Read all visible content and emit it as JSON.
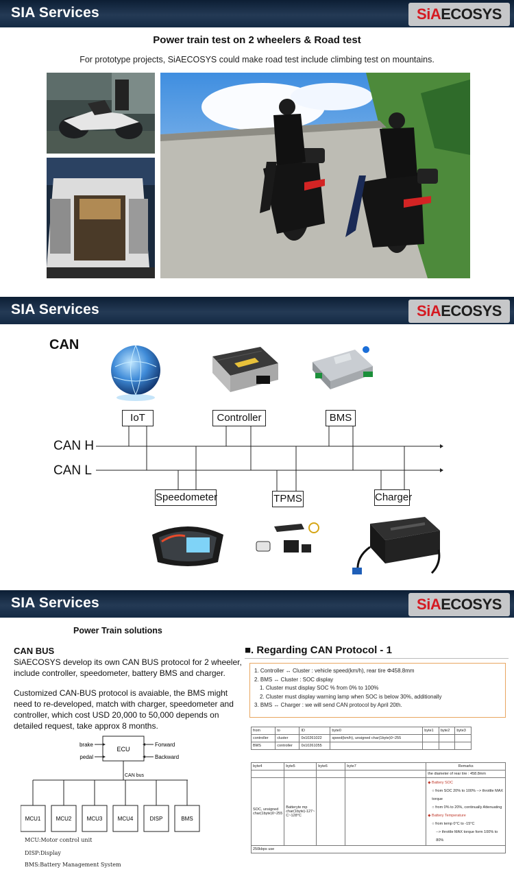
{
  "sections": [
    {
      "banner_title": "SIA Services",
      "logo_left": "SiA",
      "logo_right": "ECOSYS"
    },
    {
      "banner_title": "SIA Services",
      "logo_left": "SiA",
      "logo_right": "ECOSYS"
    },
    {
      "banner_title": "SIA Services",
      "logo_left": "SiA",
      "logo_right": "ECOSYS"
    }
  ],
  "road_test": {
    "title": "Power train test on 2 wheelers & Road test",
    "subtitle": "For prototype projects, SiAECOSYS could make road test include climbing test on mountains."
  },
  "can_diagram": {
    "title": "CAN",
    "top_nodes": [
      "IoT",
      "Controller",
      "BMS"
    ],
    "bottom_nodes": [
      "Speedometer",
      "TPMS",
      "Charger"
    ],
    "bus_high": "CAN H",
    "bus_low": "CAN L"
  },
  "power_train": {
    "title": "Power Train solutions",
    "canbus_heading": "CAN BUS",
    "para1": "SiAECOSYS develop its own CAN BUS protocol for 2 wheeler, include controller, speedometer, battery BMS and charger.",
    "para2": "Customized CAN-BUS protocol is avaiable, the BMS might need to re-developed, match with charger, speedometer and controller, which cost USD 20,000 to 50,000 depends on detailed request, take approx 8 months.",
    "ecu_diagram": {
      "ecu": "ECU",
      "inputs_left": [
        "brake",
        "pedal"
      ],
      "inputs_right": [
        "Forward",
        "Backward"
      ],
      "bus": "CAN bus",
      "modules": [
        "MCU1",
        "MCU2",
        "MCU3",
        "MCU4",
        "DISP",
        "BMS"
      ]
    },
    "notes": [
      "MCU:Motor control unit",
      "DISP:Display",
      "BMS:Battery Management System"
    ]
  },
  "protocol": {
    "title": "■. Regarding CAN Protocol - 1",
    "lines": [
      "1. Controller ↔ Cluster : vehicle speed(km/h), rear tire Φ458.8mm",
      "2. BMS ↔ Cluster : SOC display",
      "   1. Cluster must display SOC % from 0% to 100%",
      "   2. Cluster must display warning lamp when SOC is below 30%, additionally",
      "3. BMS ↔ Charger : we will send CAN protocol by April 20th."
    ],
    "table1": {
      "headers": [
        "from",
        "to",
        "ID",
        "byte0",
        "byte1",
        "byte2",
        "byte3"
      ],
      "rows": [
        [
          "controller",
          "cluster",
          "0x10261022",
          "speed(km/h), unsigned char(1byte)0~255",
          "",
          "",
          ""
        ],
        [
          "BMS",
          "controller",
          "0x10261055",
          "",
          "",
          "",
          ""
        ]
      ]
    },
    "table2": {
      "headers": [
        "byte4",
        "byte5",
        "byte6",
        "byte7",
        "Remarks"
      ],
      "remark_lines": [
        "the diameter of rear tire : 458.8mm",
        "◆ Battery SOC",
        "○ from SOC 20% to 100% --> throttle MAX torque",
        "○ from 0% to 20%, continually Attenuating",
        "◆ Battery Temperature",
        "○ from temp 0°C to -15°C",
        "--> throttle MAX torque  form 100% to 80%"
      ],
      "cell_byte4": "SOC, unsigned char(1byte)0~255",
      "cell_byte5": "Batteryte mp char(1byte)-127~ C~128°C",
      "footer": "250kbps use"
    }
  },
  "colors": {
    "banner": "#142a44",
    "logo_red": "#d51a22",
    "protocol_border": "#e8a55f",
    "accent_red": "#c0392b"
  }
}
